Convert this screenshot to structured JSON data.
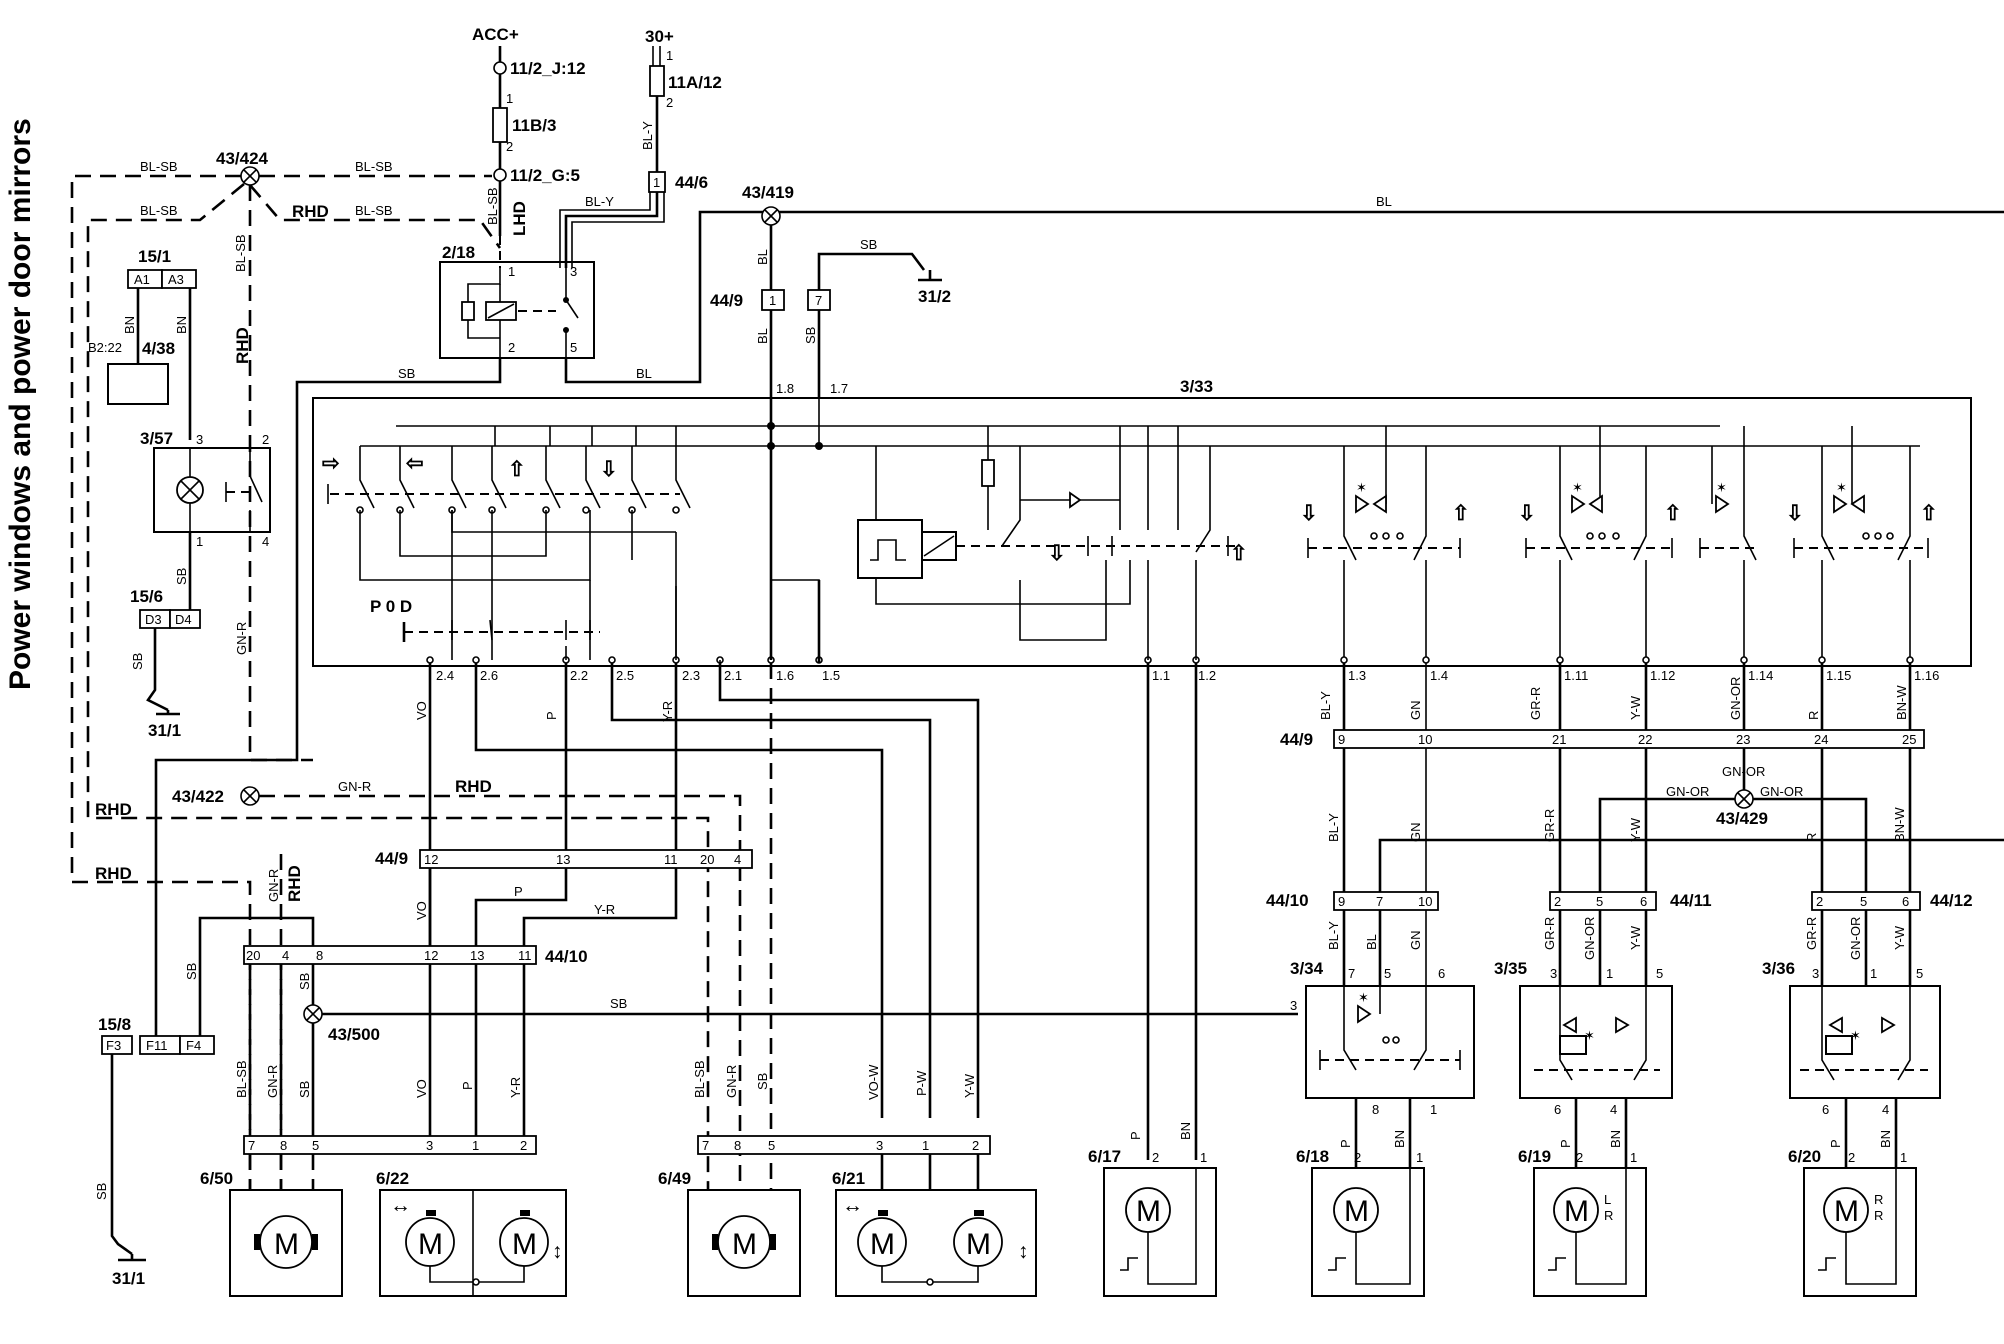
{
  "title": "Power windows and power door mirrors",
  "supplies": {
    "acc": "ACC+",
    "bat30": "30+"
  },
  "connectors": {
    "c11_2_j12": "11/2_J:12",
    "c11b3": "11B/3",
    "c11_2_g5": "11/2_G:5",
    "c11a12": "11A/12",
    "c44_6": "44/6",
    "c43_424": "43/424",
    "c43_419": "43/419",
    "c2_18": "2/18",
    "c44_9a": "44/9",
    "c31_2": "31/2",
    "c15_1": "15/1",
    "c4_38": "4/38",
    "c4_38_pin": "B2:22",
    "c3_57": "3/57",
    "c15_6": "15/6",
    "c31_1a": "31/1",
    "c3_33": "3/33",
    "c43_422": "43/422",
    "c44_9b": "44/9",
    "c44_9c": "44/9",
    "c44_10a": "44/10",
    "c44_10b": "44/10",
    "c43_500": "43/500",
    "c15_8": "15/8",
    "c31_1b": "31/1",
    "c43_429": "43/429",
    "c44_11": "44/11",
    "c44_12": "44/12",
    "c3_34": "3/34",
    "c3_35": "3/35",
    "c3_36": "3/36",
    "c6_50": "6/50",
    "c6_22": "6/22",
    "c6_49": "6/49",
    "c6_21": "6/21",
    "c6_17": "6/17",
    "c6_18": "6/18",
    "c6_19": "6/19",
    "c6_20": "6/20"
  },
  "markers": {
    "rhd": "RHD",
    "lhd": "LHD",
    "pod": "P 0 D",
    "motor": "M",
    "left": "L",
    "right": "R"
  },
  "wire_colors": {
    "bl_sb": "BL-SB",
    "bl_y": "BL-Y",
    "bl": "BL",
    "sb": "SB",
    "bn": "BN",
    "gn_r": "GN-R",
    "vo": "VO",
    "p": "P",
    "y_r": "Y-R",
    "gn": "GN",
    "gr_r": "GR-R",
    "y_w": "Y-W",
    "gn_or": "GN-OR",
    "r": "R",
    "bn_w": "BN-W",
    "vo_w": "VO-W",
    "p_w": "P-W"
  },
  "pins": {
    "p1": "1",
    "p2": "2",
    "p3": "3",
    "p4": "4",
    "p5": "5",
    "p6": "6",
    "p7": "7",
    "p8": "8",
    "p9": "9",
    "p10": "10",
    "p11": "11",
    "p12": "12",
    "p13": "13",
    "p20": "20",
    "p21": "21",
    "p22": "22",
    "p23": "23",
    "p24": "24",
    "p25": "25",
    "a1": "A1",
    "a3": "A3",
    "d3": "D3",
    "d4": "D4",
    "f3": "F3",
    "f11": "F11",
    "f4": "F4",
    "s18": "1.8",
    "s17": "1.7",
    "s24": "2.4",
    "s26": "2.6",
    "s22": "2.2",
    "s25": "2.5",
    "s23": "2.3",
    "s21": "2.1",
    "s16": "1.6",
    "s15": "1.5",
    "s11": "1.1",
    "s12": "1.2",
    "s13": "1.3",
    "s14": "1.4",
    "s111": "1.11",
    "s112": "1.12",
    "s114": "1.14",
    "s115": "1.15",
    "s116": "1.16"
  }
}
